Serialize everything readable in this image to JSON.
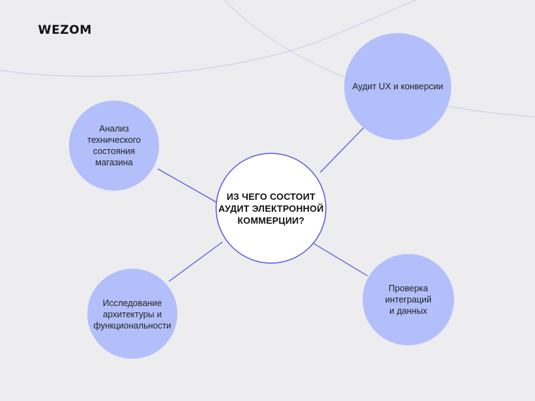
{
  "brand": {
    "logo_text": "WEZOM"
  },
  "diagram": {
    "center": "ИЗ ЧЕГО СОСТОИТ\nАУДИТ ЭЛЕКТРОННОЙ\nКОММЕРЦИИ?",
    "nodes": [
      {
        "id": "ux",
        "label": "Аудит UX и конверсии"
      },
      {
        "id": "tech",
        "label": "Анализ\nтехнического\nсостояния\nмагазина"
      },
      {
        "id": "arch",
        "label": "Исследование\nархитектуры и\nфункциональности"
      },
      {
        "id": "integr",
        "label": "Проверка\nинтеграций\nи данных"
      }
    ]
  },
  "colors": {
    "background": "#ededf0",
    "node_fill": "#b3bffa",
    "center_fill": "#ffffff",
    "stroke": "#5b5fd6",
    "decor_stroke": "#c9cbe6"
  }
}
